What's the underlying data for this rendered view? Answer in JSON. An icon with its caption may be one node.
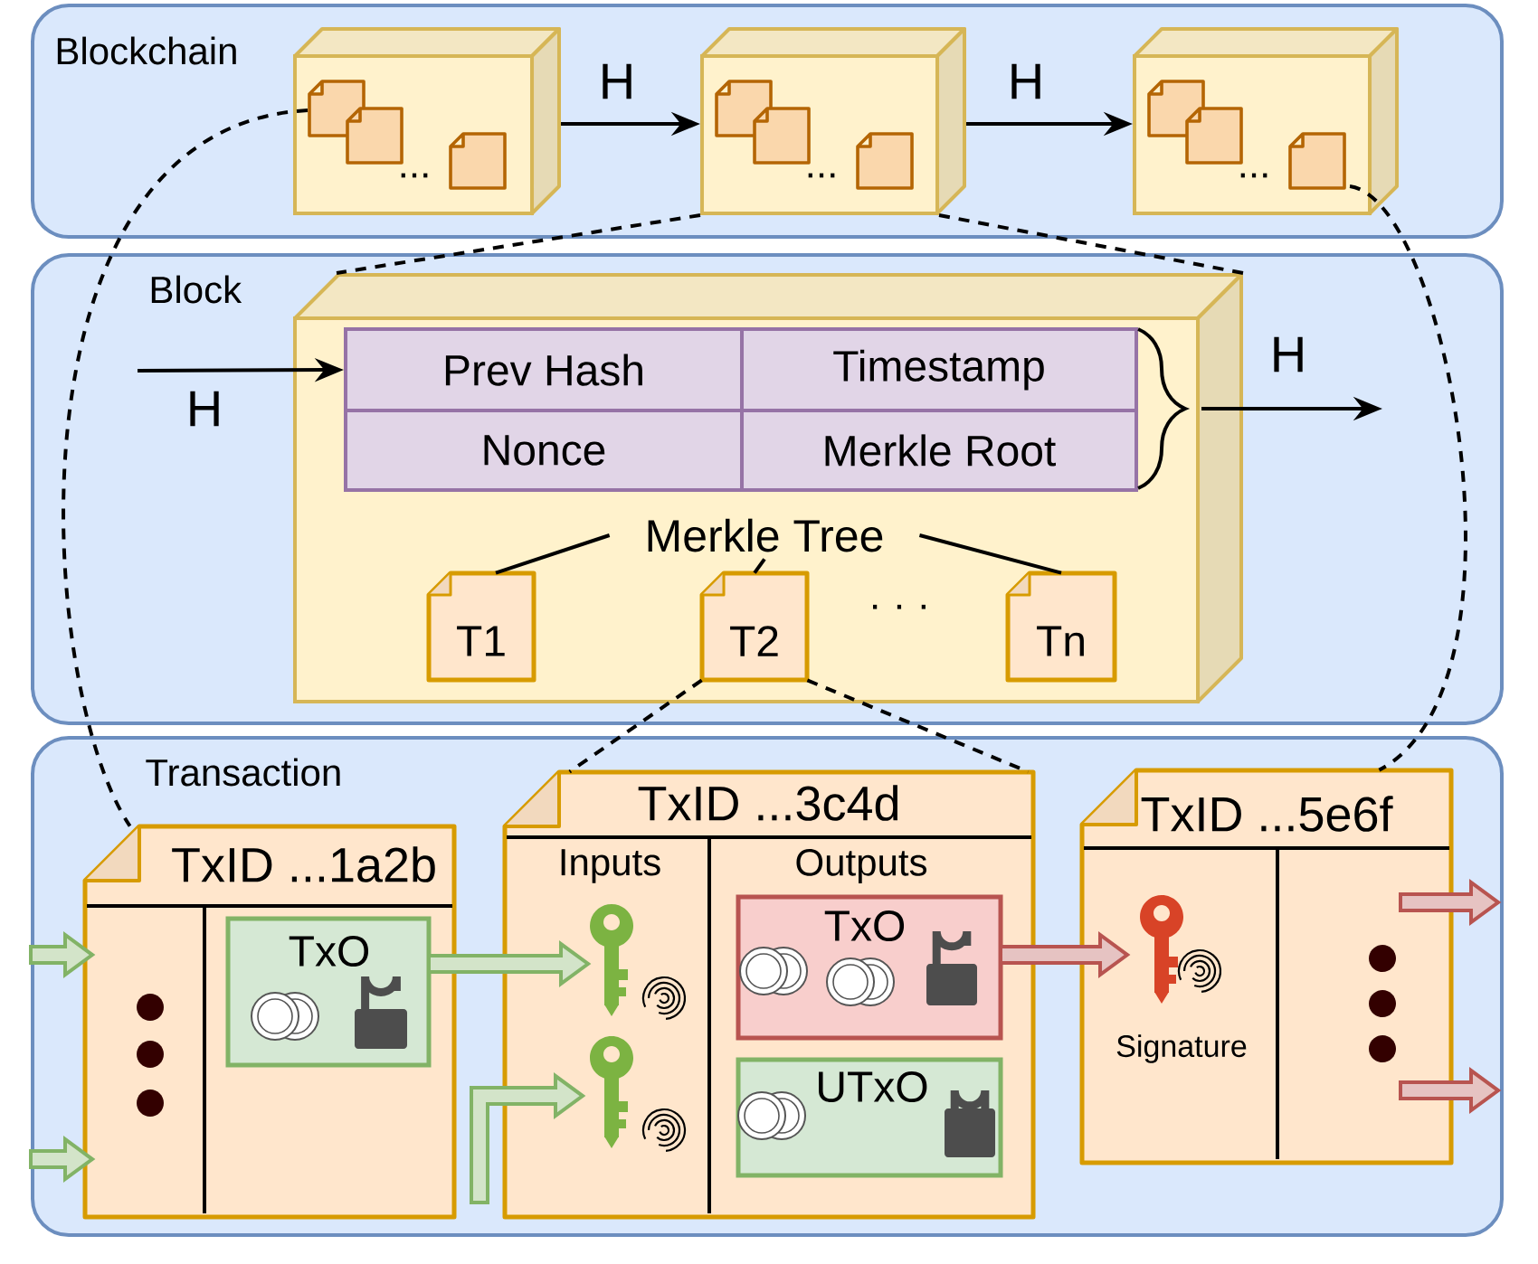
{
  "diagram": {
    "nodes": [
      {
        "text": [
          "Blockchain"
        ]
      },
      {
        "text": [],
        "shape": "box",
        "in": 0
      },
      {
        "text": [],
        "shape": "box",
        "in": 0
      },
      {
        "text": [],
        "shape": "box",
        "in": 0
      },
      {
        "text": [
          "Block"
        ]
      },
      {
        "text": [],
        "shape": "box",
        "in": 4
      },
      {
        "text": [
          "Prev Hash"
        ],
        "in": 5
      },
      {
        "text": [
          "Timestamp"
        ],
        "in": 5
      },
      {
        "text": [
          "Nonce"
        ],
        "in": 5
      },
      {
        "text": [
          "Merkle Root"
        ],
        "in": 5
      },
      {
        "text": [
          "Merkle Tree"
        ],
        "in": 5
      },
      {
        "text": [
          "T1"
        ],
        "in": 5
      },
      {
        "text": [
          "T2"
        ],
        "in": 5
      },
      {
        "text": [
          "Tn"
        ],
        "in": 5
      },
      {
        "text": [
          "Transaction"
        ]
      },
      {
        "text": [
          "TxID ...1a2b"
        ],
        "in": 14
      },
      {
        "text": [
          "TxO"
        ],
        "in": 15
      },
      {
        "text": [
          "TxID ...3c4d",
          "Inputs",
          "Outputs"
        ],
        "in": 14
      },
      {
        "text": [
          "TxO"
        ],
        "in": 17
      },
      {
        "text": [
          "UTxO"
        ],
        "in": 17
      },
      {
        "text": [
          "TxID ...5e6f",
          "Signature"
        ],
        "in": 14
      },
      {
        "text": [],
        "shape": "key",
        "in": 17
      },
      {
        "text": [],
        "shape": "key",
        "in": 17
      },
      {
        "text": [],
        "shape": "key",
        "in": 20
      }
    ],
    "edges": [
      {
        "from": 1,
        "to": 2,
        "arrow": "to",
        "label": "H"
      },
      {
        "from": 2,
        "to": 3,
        "arrow": "to",
        "label": "H"
      },
      {
        "from": null,
        "to": 6,
        "arrow": "to",
        "label": "H"
      },
      {
        "from": 5,
        "to": null,
        "arrow": "to",
        "label": "H"
      },
      {
        "from": 10,
        "to": 11,
        "arrow": "none"
      },
      {
        "from": 10,
        "to": 12,
        "arrow": "none"
      },
      {
        "from": 10,
        "to": 13,
        "arrow": "none"
      },
      {
        "from": 1,
        "to": 15,
        "arrow": "none",
        "style": "dashed"
      },
      {
        "from": 2,
        "to": 5,
        "arrow": "none",
        "style": "dashed"
      },
      {
        "from": 2,
        "to": 5,
        "arrow": "none",
        "style": "dashed"
      },
      {
        "from": 3,
        "to": 20,
        "arrow": "none",
        "style": "dashed"
      },
      {
        "from": 12,
        "to": 17,
        "arrow": "none",
        "style": "dashed"
      },
      {
        "from": 12,
        "to": 17,
        "arrow": "none",
        "style": "dashed"
      },
      {
        "from": null,
        "to": 15,
        "arrow": "to",
        "color": "#82b366"
      },
      {
        "from": null,
        "to": 15,
        "arrow": "to",
        "color": "#82b366"
      },
      {
        "from": 16,
        "to": 21,
        "arrow": "to",
        "color": "#82b366"
      },
      {
        "from": null,
        "to": 22,
        "arrow": "to",
        "color": "#82b366"
      },
      {
        "from": 18,
        "to": 23,
        "arrow": "to",
        "color": "#b85450"
      },
      {
        "from": 20,
        "to": null,
        "arrow": "to",
        "color": "#b85450"
      },
      {
        "from": 20,
        "to": null,
        "arrow": "to",
        "color": "#b85450"
      }
    ],
    "labels": [
      "...",
      "...",
      "...",
      "· · ·"
    ]
  }
}
